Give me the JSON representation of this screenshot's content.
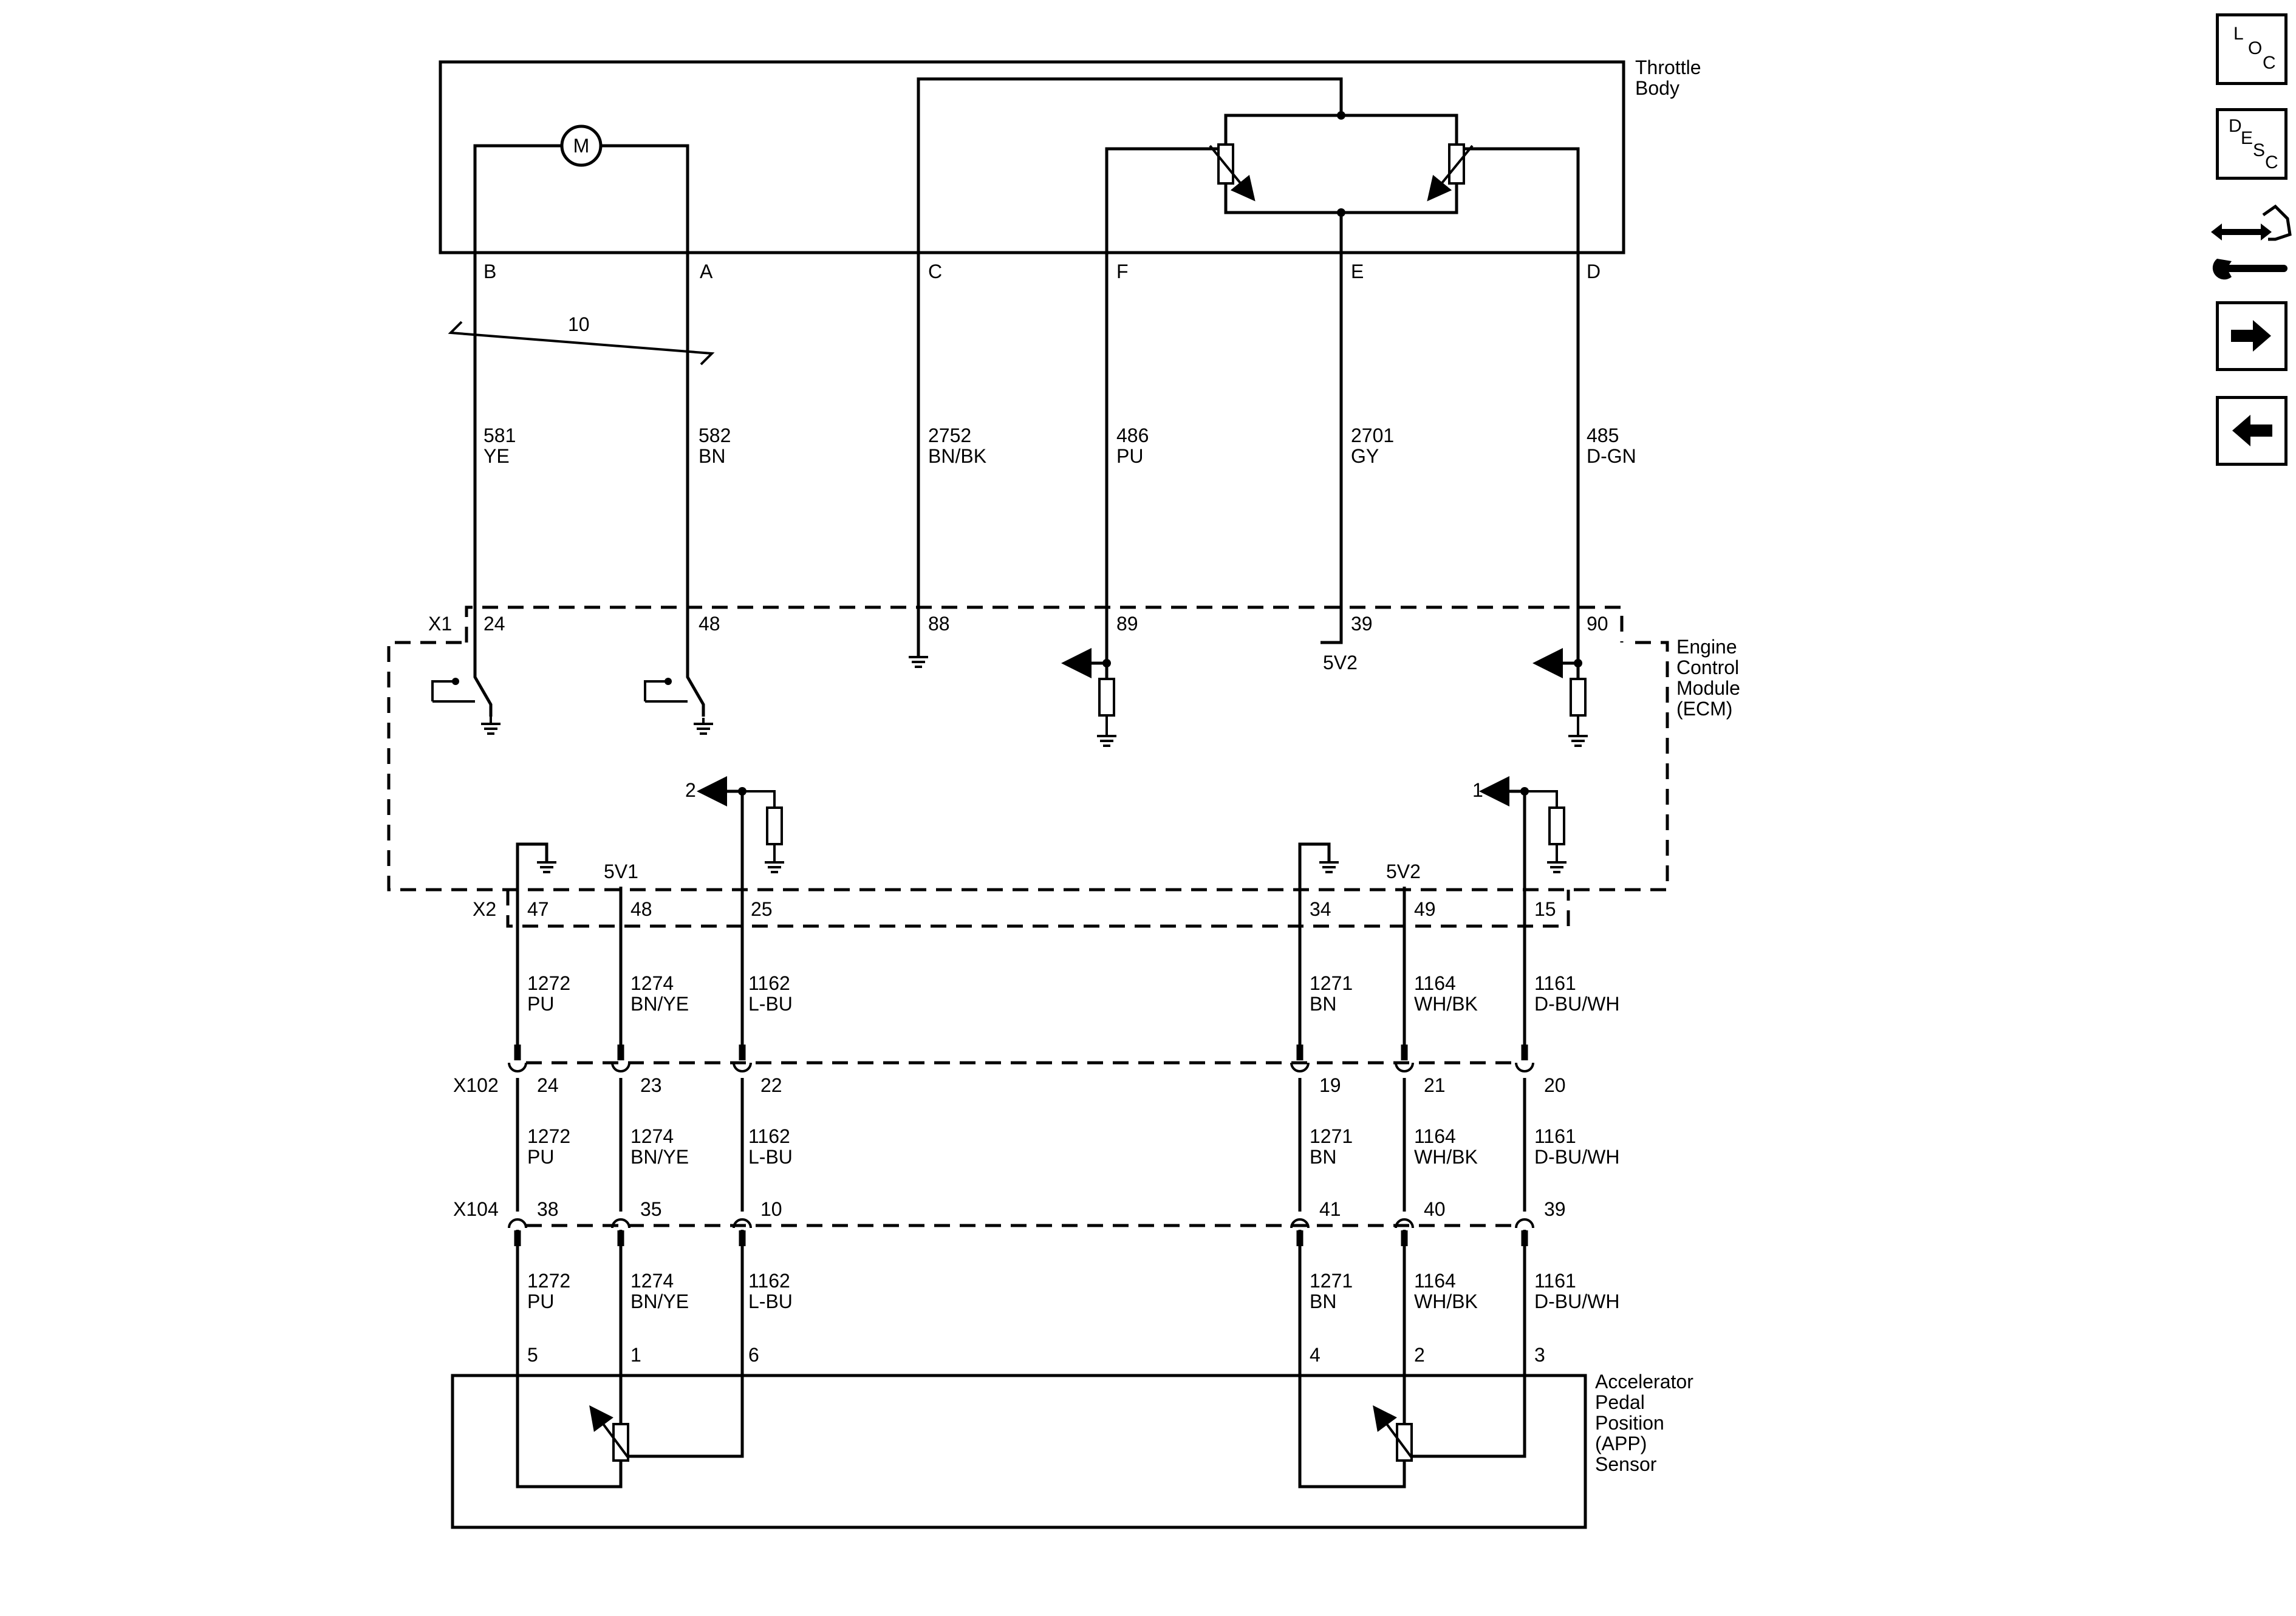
{
  "components": {
    "throttle_body": [
      "Throttle",
      "Body"
    ],
    "ecm": [
      "Engine",
      "Control",
      "Module",
      "(ECM)"
    ],
    "app_sensor": [
      "Accelerator",
      "Pedal",
      "Position",
      "(APP)",
      "Sensor"
    ],
    "motor_symbol": "M"
  },
  "throttle_pins": [
    "B",
    "A",
    "C",
    "F",
    "E",
    "D"
  ],
  "twisted_pair": "10",
  "upper_wires": [
    {
      "circuit": "581",
      "color": "YE"
    },
    {
      "circuit": "582",
      "color": "BN"
    },
    {
      "circuit": "2752",
      "color": "BN/BK"
    },
    {
      "circuit": "486",
      "color": "PU"
    },
    {
      "circuit": "2701",
      "color": "GY"
    },
    {
      "circuit": "485",
      "color": "D-GN"
    }
  ],
  "connector_x1": {
    "name": "X1",
    "pins": [
      "24",
      "48",
      "88",
      "89",
      "39",
      "90"
    ]
  },
  "ecm_internal": {
    "ref_upper": "5V2",
    "ref_lower_left": "5V1",
    "ref_lower_right": "5V2",
    "signal_left": "2",
    "signal_right": "1"
  },
  "connector_x2": {
    "name": "X2",
    "pins": [
      "47",
      "48",
      "25",
      "34",
      "49",
      "15"
    ]
  },
  "lower_wires": [
    {
      "circuit": "1272",
      "color": "PU"
    },
    {
      "circuit": "1274",
      "color": "BN/YE"
    },
    {
      "circuit": "1162",
      "color": "L-BU"
    },
    {
      "circuit": "1271",
      "color": "BN"
    },
    {
      "circuit": "1164",
      "color": "WH/BK"
    },
    {
      "circuit": "1161",
      "color": "D-BU/WH"
    }
  ],
  "connector_x102": {
    "name": "X102",
    "pins": [
      "24",
      "23",
      "22",
      "19",
      "21",
      "20"
    ]
  },
  "connector_x104": {
    "name": "X104",
    "pins": [
      "38",
      "35",
      "10",
      "41",
      "40",
      "39"
    ]
  },
  "app_pins": [
    "5",
    "1",
    "6",
    "4",
    "2",
    "3"
  ],
  "nav": {
    "loc": [
      "L",
      "O",
      "C"
    ],
    "desc": [
      "D",
      "E",
      "S",
      "C"
    ],
    "tool_icon": "connector-wrench-icon",
    "next_icon": "arrow-right-icon",
    "prev_icon": "arrow-left-icon"
  }
}
